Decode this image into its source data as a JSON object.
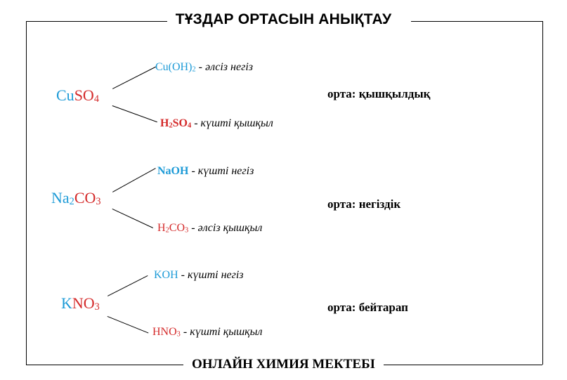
{
  "header": {
    "title": "ТҰЗДАР ОРТАСЫН АНЫҚТАУ"
  },
  "footer": {
    "text": "ОНЛАЙН ХИМИЯ МЕКТЕБІ"
  },
  "colors": {
    "base_cation": "#1e9bd7",
    "acid_anion": "#d42a2a"
  },
  "salts": [
    {
      "salt": {
        "a": "Cu",
        "b": "SO",
        "b_sub": "4",
        "c": "",
        "c_sub": ""
      },
      "base": {
        "formula": "Cu(OH)",
        "sub": "2",
        "tail": "",
        "desc": "- әлсіз негіз"
      },
      "acid": {
        "formula": "H",
        "sub": "2",
        "tail": "SO",
        "tail_sub": "4",
        "desc": "- күшті қышқыл"
      },
      "medium": "орта: қышқылдық"
    },
    {
      "salt": {
        "a": "Na",
        "a_sub": "2",
        "b": "CO",
        "b_sub": "3"
      },
      "base": {
        "formula": "NaOH",
        "desc": "- күшті негіз"
      },
      "acid": {
        "formula": "H",
        "sub": "2",
        "tail": "CO",
        "tail_sub": "3",
        "desc": "- әлсіз қышқыл"
      },
      "medium": "орта: негіздік"
    },
    {
      "salt": {
        "a": "K",
        "b": "NO",
        "b_sub": "3"
      },
      "base": {
        "formula": "KOH",
        "desc": "- күшті негіз"
      },
      "acid": {
        "formula": "HNO",
        "sub": "3",
        "desc": "- күшті қышқыл"
      },
      "medium": "орта: бейтарап"
    }
  ]
}
